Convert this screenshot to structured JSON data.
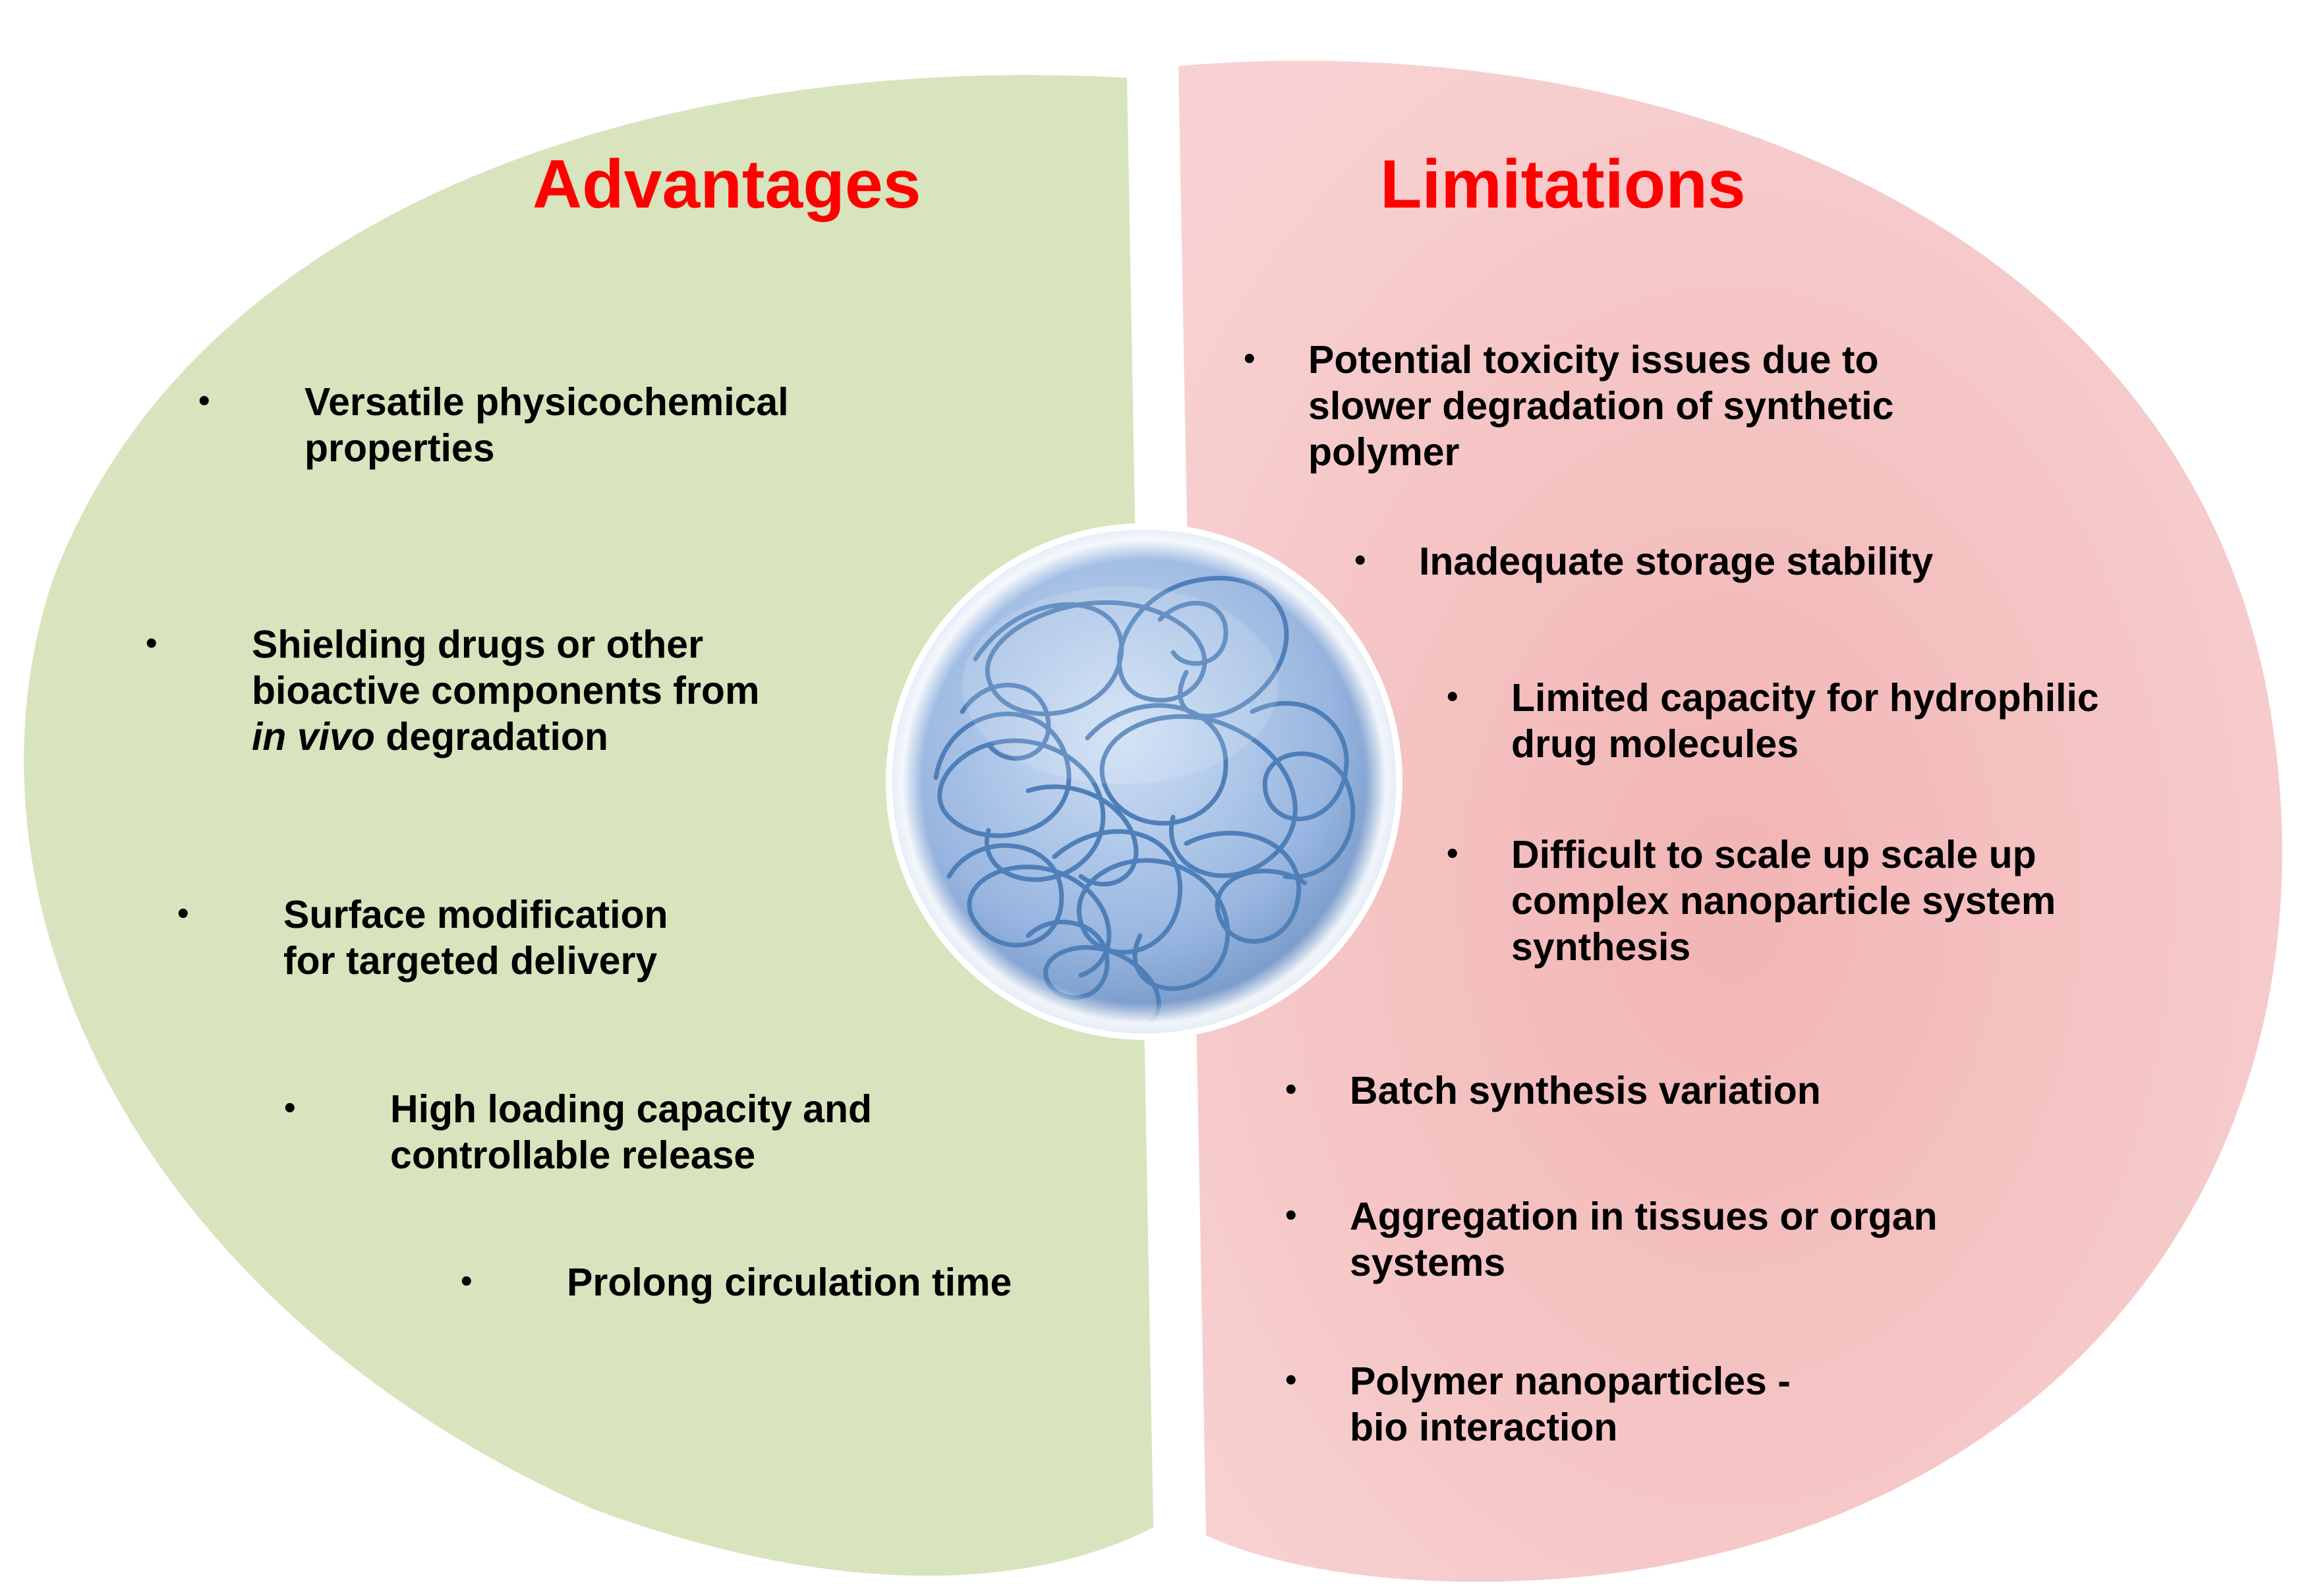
{
  "colors": {
    "advantages_fill": "#d7e4bd",
    "limitations_fill": "#f8d2d2",
    "limitations_fill_center": "#f2b4b4",
    "heading_red": "#ff0000",
    "text": "#000000",
    "sphere_light": "#cfe0f5",
    "sphere_dark": "#5d80b5",
    "coil": "#4f7fb8"
  },
  "icons": {
    "center": "polymer-nanoparticle-icon",
    "bullet": "bullet-dot-icon"
  },
  "advantages": {
    "title": "Advantages",
    "bullet": "•",
    "items": [
      {
        "line1": "Versatile physicochemical",
        "line2": "properties"
      },
      {
        "line1": "Shielding drugs or other",
        "line2": "bioactive components from",
        "line3_italic": "in vivo",
        "line3_rest": " degradation"
      },
      {
        "line1": "Surface modification",
        "line2": "for targeted delivery"
      },
      {
        "line1": "High loading capacity and",
        "line2": "controllable release"
      },
      {
        "line1": "Prolong circulation time"
      }
    ]
  },
  "limitations": {
    "title": "Limitations",
    "bullet": "•",
    "items": [
      {
        "line1": "Potential toxicity issues due to",
        "line2": "slower degradation  of synthetic",
        "line3": "polymer"
      },
      {
        "line1": "Inadequate storage stability"
      },
      {
        "line1": "Limited capacity for hydrophilic",
        "line2": "drug molecules"
      },
      {
        "line1": "Difficult  to scale up scale up",
        "line2": "complex nanoparticle system",
        "line3": "synthesis"
      },
      {
        "line1": "Batch synthesis variation"
      },
      {
        "line1": "Aggregation in  tissues or organ",
        "line2": "systems"
      },
      {
        "line1": "Polymer nanoparticles -",
        "line2": "bio interaction"
      }
    ]
  }
}
